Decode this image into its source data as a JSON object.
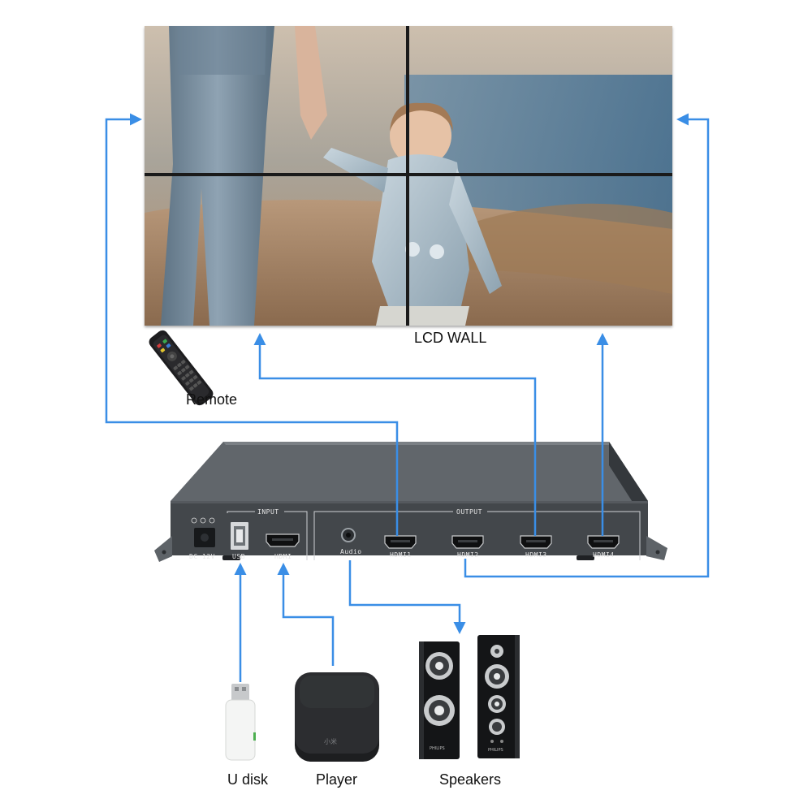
{
  "labels": {
    "lcd_wall": "LCD WALL",
    "remote": "Remote",
    "u_disk": "U disk",
    "player": "Player",
    "speakers": "Speakers"
  },
  "device": {
    "group_input": "INPUT",
    "group_output": "OUTPUT",
    "power": "DC 12V",
    "usb": "USB",
    "hdmi_in": "HDMI",
    "audio": "Audio",
    "out1": "HDMI1",
    "out2": "HDMI2",
    "out3": "HDMI3",
    "out4": "HDMI4"
  },
  "branding": {
    "player_logo": "小米",
    "speaker_brand": "PHILIPS"
  },
  "colors": {
    "wire": "#3a8ee6",
    "device_body": "#3f4347",
    "device_top": "#5c6166"
  }
}
